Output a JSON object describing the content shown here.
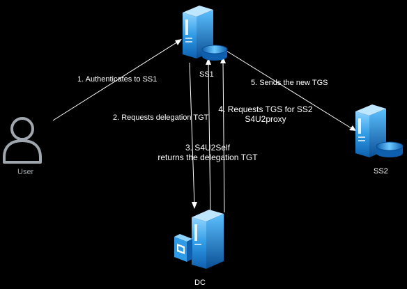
{
  "colors": {
    "background": "#000000",
    "arrow": "#ffffff",
    "server_light": "#8fd4ff",
    "server_mid": "#2f9be6",
    "server_dark": "#0e5fae",
    "user_stroke": "#a0a6ad"
  },
  "nodes": {
    "user": {
      "label": "User",
      "icon": "user-icon"
    },
    "ss1": {
      "label": "SS1",
      "icon": "server-database-icon"
    },
    "ss2": {
      "label": "SS2",
      "icon": "server-database-icon"
    },
    "dc": {
      "label": "DC",
      "icon": "domain-controller-icon"
    }
  },
  "edges": [
    {
      "id": "e1",
      "from": "user",
      "to": "ss1",
      "label": "1. Authenticates to SS1"
    },
    {
      "id": "e2",
      "from": "ss1",
      "to": "dc",
      "label": "2. Requests delegation TGT"
    },
    {
      "id": "e3",
      "from": "dc",
      "to": "ss1",
      "label_line1": "3. S4U2Self",
      "label_line2": "returns the delegation TGT"
    },
    {
      "id": "e4",
      "from": "dc",
      "to": "ss1",
      "label_line1": "4. Requests TGS for SS2",
      "label_line2": "S4U2proxy"
    },
    {
      "id": "e5",
      "from": "ss1",
      "to": "ss2",
      "label": "5. Sends the new TGS"
    }
  ]
}
